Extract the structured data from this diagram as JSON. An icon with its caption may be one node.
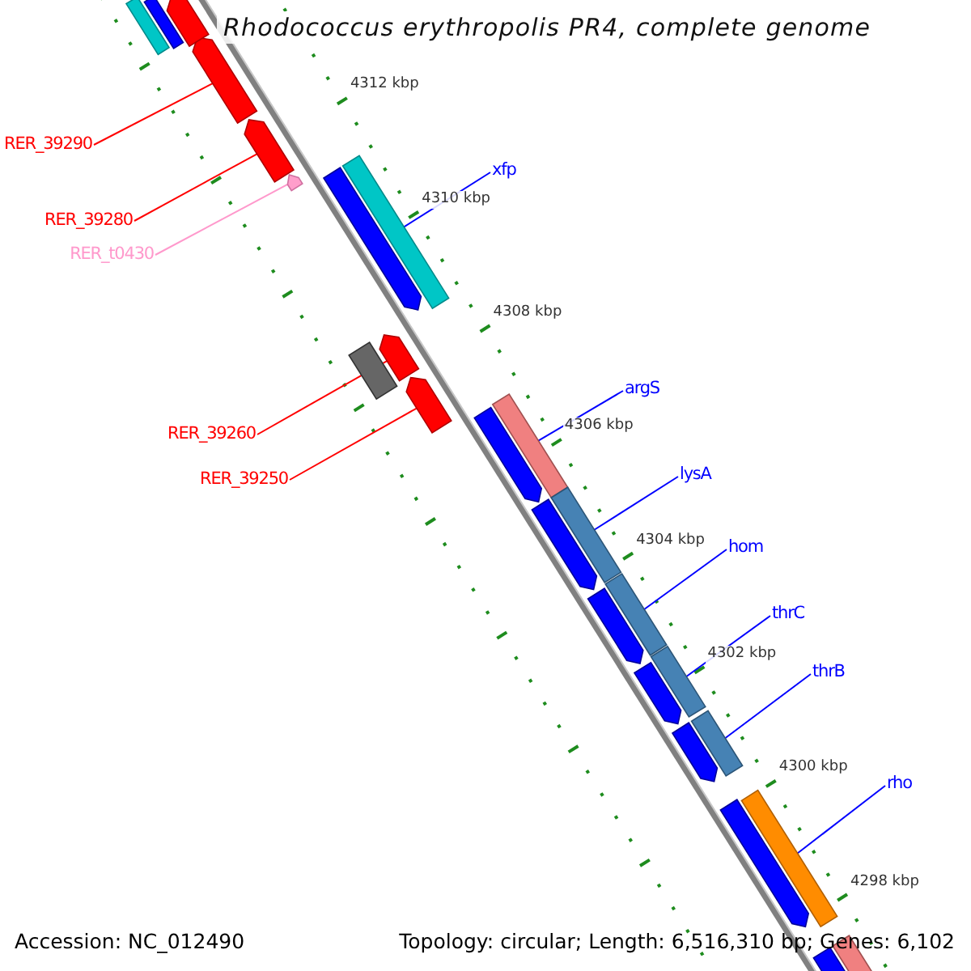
{
  "diagram": {
    "title": "Rhodococcus erythropolis PR4, complete genome",
    "nodes": [
      {
        "text": [
          "RER_39290"
        ]
      },
      {
        "text": [],
        "shape": "arrow"
      },
      {
        "text": [
          "xfp"
        ]
      },
      {
        "text": [],
        "shape": "bar"
      },
      {
        "text": [
          "RER_39280"
        ]
      },
      {
        "text": [],
        "shape": "arrow"
      },
      {
        "text": [
          "RER_t0430"
        ]
      },
      {
        "text": [],
        "shape": "arrow"
      },
      {
        "text": [
          "argS"
        ]
      },
      {
        "text": [],
        "shape": "bar"
      },
      {
        "text": [
          "RER_39260"
        ]
      },
      {
        "text": [],
        "shape": "arrow"
      },
      {
        "text": [
          "RER_39250"
        ]
      },
      {
        "text": [],
        "shape": "arrow"
      },
      {
        "text": [
          "lysA"
        ]
      },
      {
        "text": [],
        "shape": "bar"
      },
      {
        "text": [
          "hom"
        ]
      },
      {
        "text": [],
        "shape": "bar"
      },
      {
        "text": [
          "thrC"
        ]
      },
      {
        "text": [],
        "shape": "bar"
      },
      {
        "text": [
          "thrB"
        ]
      },
      {
        "text": [],
        "shape": "bar"
      },
      {
        "text": [
          "rho"
        ]
      },
      {
        "text": [],
        "shape": "bar"
      },
      {
        "text": [],
        "shape": "arrow"
      },
      {
        "text": [],
        "shape": "bar"
      },
      {
        "text": [],
        "shape": "bar"
      },
      {
        "text": [],
        "shape": "arrow"
      },
      {
        "text": [],
        "shape": "bar"
      },
      {
        "text": [],
        "shape": "arrow"
      },
      {
        "text": [],
        "shape": "arrow"
      },
      {
        "text": [],
        "shape": "arrow"
      },
      {
        "text": [],
        "shape": "arrow"
      },
      {
        "text": [],
        "shape": "arrow"
      },
      {
        "text": [],
        "shape": "arrow"
      },
      {
        "text": [],
        "shape": "arrow"
      },
      {
        "text": [],
        "shape": "bar"
      }
    ],
    "edges": [
      {
        "from": 0,
        "to": 1,
        "arrow": "none",
        "color": "#ff0000"
      },
      {
        "from": 2,
        "to": 3,
        "arrow": "none"
      },
      {
        "from": 4,
        "to": 5,
        "arrow": "none",
        "color": "#ff0000"
      },
      {
        "from": 6,
        "to": 7,
        "arrow": "none",
        "color": "#ff99cc"
      },
      {
        "from": 8,
        "to": 9,
        "arrow": "none"
      },
      {
        "from": 10,
        "to": 11,
        "arrow": "none",
        "color": "#ff0000"
      },
      {
        "from": 12,
        "to": 13,
        "arrow": "none",
        "color": "#ff0000"
      },
      {
        "from": 14,
        "to": 15,
        "arrow": "none"
      },
      {
        "from": 16,
        "to": 17,
        "arrow": "none"
      },
      {
        "from": 18,
        "to": 19,
        "arrow": "none"
      },
      {
        "from": 20,
        "to": 21,
        "arrow": "none"
      },
      {
        "from": 22,
        "to": 23,
        "arrow": "none"
      }
    ],
    "labels": [
      "4312 kbp",
      "4310 kbp",
      "4308 kbp",
      "4306 kbp",
      "4304 kbp",
      "4302 kbp",
      "4300 kbp",
      "4298 kbp",
      "Accession: NC_012490",
      "Topology: circular; Length: 6,516,310 bp; Genes: 6,102"
    ]
  }
}
